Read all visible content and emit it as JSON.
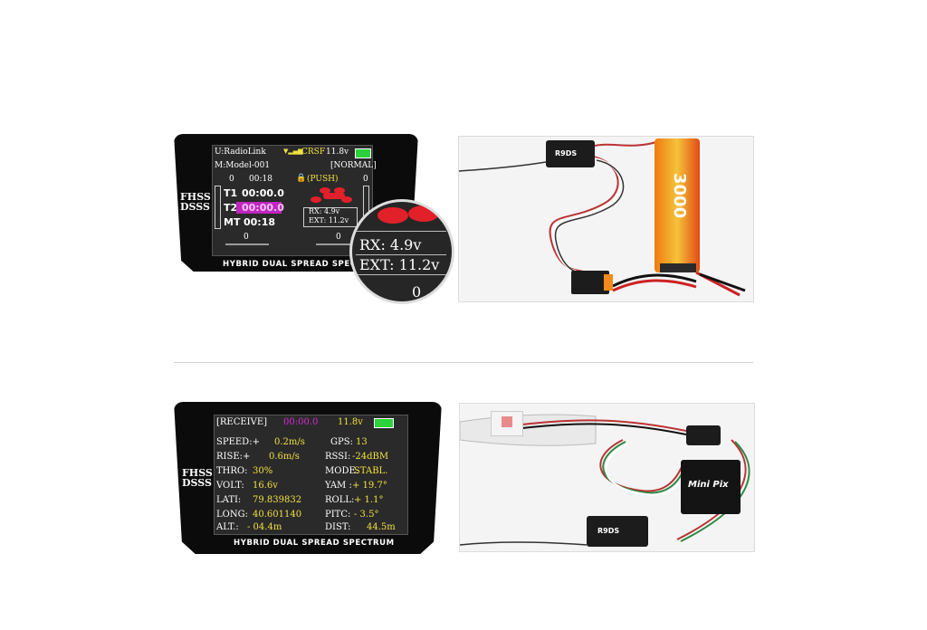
{
  "panel_top": {
    "user": "U:RadioLink",
    "protocol": "CRSF",
    "voltage": "11.8v",
    "model": "M:Model-001",
    "mode": "[NORMAL]",
    "left_count": "0",
    "timer_main": "00:18",
    "right_count": "0",
    "push_label": "(PUSH)",
    "t1_label": "T1",
    "t1_value": "00:00.0",
    "t2_label": "T2",
    "t2_value": "00:00.0",
    "mt_label": "MT",
    "mt_value": "00:18",
    "rx_line": "RX:  4.9v",
    "ext_line": "EXT: 11.2v",
    "trim_left": "0",
    "trim_right": "0",
    "brand_line1": "FHSS",
    "brand_line2": "DSSS",
    "banner": "HYBRID DUAL SPREAD SPECTRUM"
  },
  "magnifier": {
    "rx_line": "RX:  4.9v",
    "ext_line": "EXT: 11.2v",
    "bottom_value": "0"
  },
  "photo_top": {
    "receiver_label": "R9DS",
    "battery_label": "3000"
  },
  "panel_bottom": {
    "receive": "[RECEIVE]",
    "timer": "00:00.0",
    "voltage": "11.8v",
    "speed_label": "SPEED:+",
    "speed_value": "0.2m/s",
    "gps_label": "GPS:",
    "gps_value": "13",
    "rise_label": "RISE:+",
    "rise_value": "0.6m/s",
    "rssi_label": "RSSI:",
    "rssi_value": "-24dBM",
    "thro_label": "THRO:",
    "thro_value": "30%",
    "mode_label": "MODE:",
    "mode_value": "STABL.",
    "volt_label": "VOLT:",
    "volt_value": "16.6v",
    "yam_label": "YAM :",
    "yam_value": "+ 19.7°",
    "lati_label": "LATI:",
    "lati_value": "79.839832",
    "roll_label": "ROLL:",
    "roll_value": "+  1.1°",
    "long_label": "LONG:",
    "long_value": "40.601140",
    "pitc_label": "PITC:",
    "pitc_value": "-  3.5°",
    "alt_label": "ALT.:",
    "alt_value": "-  04.4m",
    "dist_label": "DIST:",
    "dist_value": "44.5m",
    "brand_line1": "FHSS",
    "brand_line2": "DSSS",
    "banner": "HYBRID DUAL SPREAD SPECTRUM"
  },
  "photo_bottom": {
    "fc_label": "Mini Pix",
    "receiver_label": "R9DS"
  },
  "colors": {
    "screen_bg": "#2a2a2a",
    "yellow_text": "#f0e040",
    "magenta_text": "#d62ad6",
    "battery_green": "#2bd23a",
    "drone_red": "#e2202a"
  }
}
